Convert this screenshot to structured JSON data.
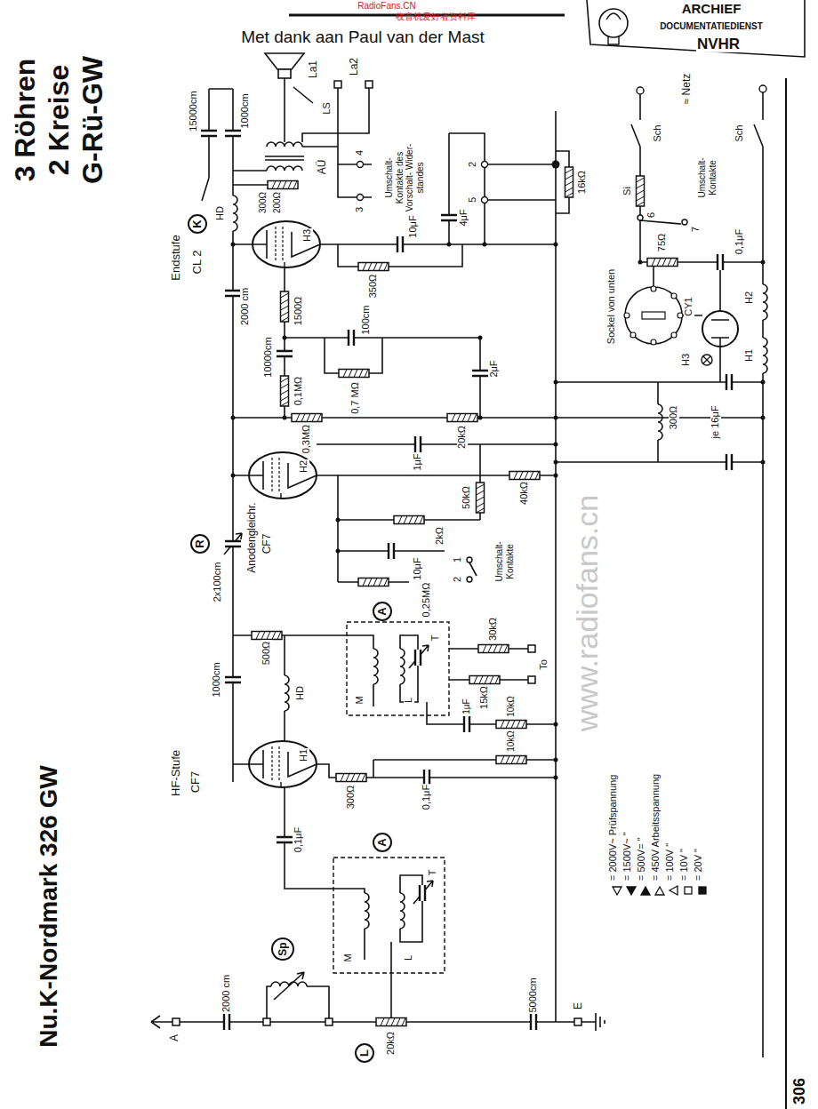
{
  "diagram": {
    "title": "Nu.K-Nordmark 326 GW",
    "labels": [
      "3 Röhren",
      "2 Kreise",
      "G-Rü-GW",
      "Met dank aan Paul van der Mast",
      "RadioFans.CN",
      "收音机爱好者资料库",
      "ARCHIEF",
      "DOCUMENTATIEDIENST",
      "NVHR",
      "La1",
      "La2",
      "LS",
      "AÜ",
      "300Ω",
      "200Ω",
      "15000cm",
      "1000cm",
      "4",
      "3",
      "Umschalt- Kontakte des Vorschalt- Wider- standes",
      "2",
      "5",
      "4μF",
      "16kΩ",
      "K",
      "Endstufe",
      "CL 2",
      "HD",
      "H3",
      "10μF",
      "350Ω",
      "2000 cm",
      "1500Ω",
      "10000cm",
      "0,1MΩ",
      "100cm",
      "0,7 MΩ",
      "2μF",
      "0,3MΩ",
      "20kΩ",
      "1μF",
      "H2",
      "Anodengleichr.",
      "CF7",
      "R",
      "2x100cm",
      "2kΩ",
      "10μF",
      "0,25MΩ",
      "50kΩ",
      "40kΩ",
      "1",
      "2",
      "Umschalt- Kontakte",
      "A",
      "T",
      "500Ω",
      "30kΩ",
      "To",
      "15kΩ",
      "M",
      "L",
      "1000cm",
      "HD",
      "1μF",
      "10kΩ",
      "10kΩ",
      "HF-Stufe",
      "CF7",
      "H1",
      "300Ω",
      "0,1μF",
      "0,1μF",
      "A",
      "T",
      "M",
      "L",
      "Sp",
      "A",
      "2000 cm",
      "L",
      "20kΩ",
      "5000cm",
      "E",
      "≈ Netz",
      "Sch",
      "Sch",
      "Si",
      "6",
      "Umschalt- Kontakte",
      "7",
      "75Ω",
      "0,1μF",
      "Sockel von unten",
      "CY1",
      "H3",
      "H1",
      "H2",
      "300Ω",
      "je 16μF",
      "www.radiofans.cn",
      "306"
    ],
    "legend": [
      {
        "text": "= 2000V~ Prüfspannung"
      },
      {
        "text": "= 1500V~ \""
      },
      {
        "text": "= 500V= \""
      },
      {
        "text": "= 450V Arbeitsspannung"
      },
      {
        "text": "= 100V \""
      },
      {
        "text": "= 10V \""
      },
      {
        "text": "= 20V \""
      }
    ]
  }
}
